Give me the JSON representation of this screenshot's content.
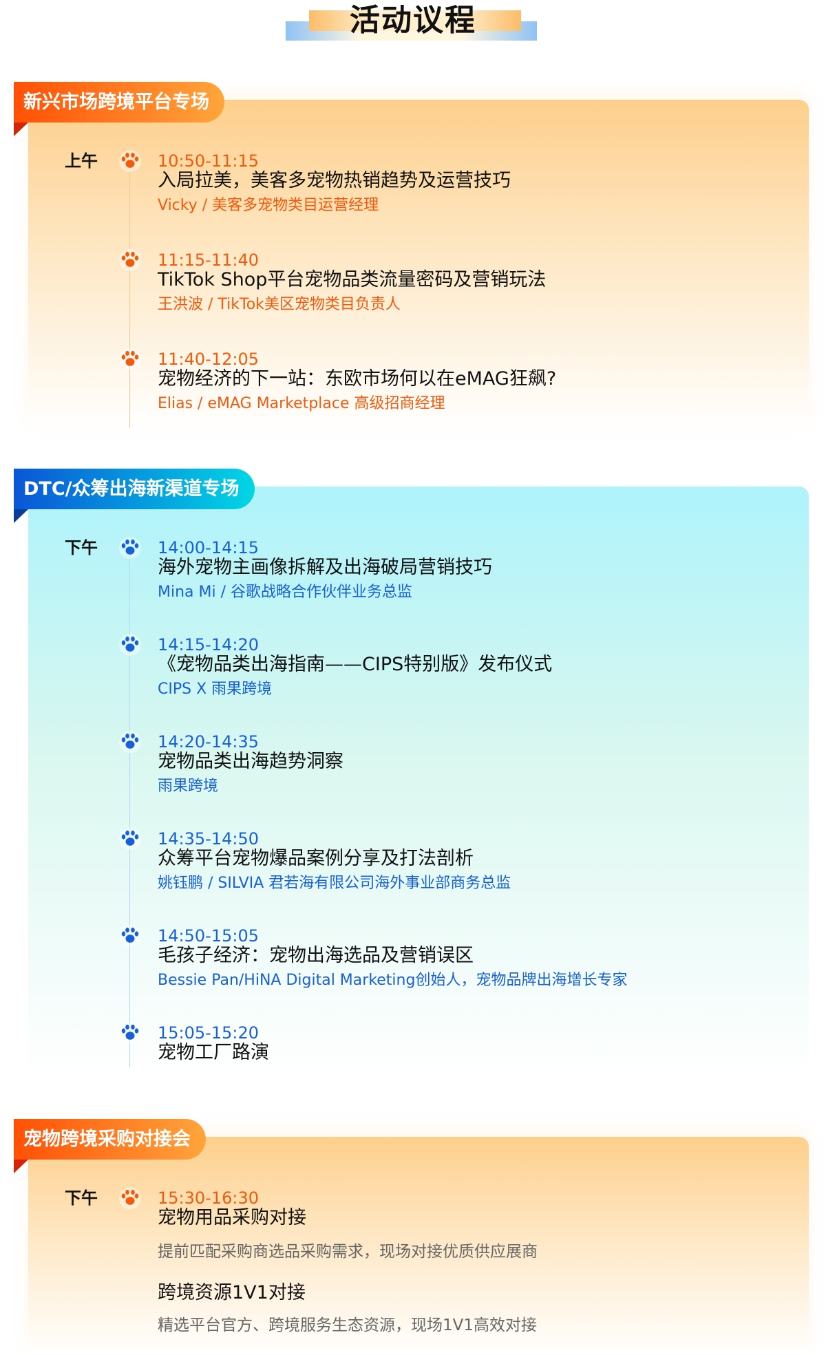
{
  "header": {
    "title": "活动议程"
  },
  "colors": {
    "orange_accent": "#f25a0c",
    "blue_accent": "#1660d8"
  },
  "sections": [
    {
      "title": "新兴市场跨境平台专场",
      "period": "上午",
      "items": [
        {
          "time": "10:50-11:15",
          "title": "入局拉美，美客多宠物热销趋势及运营技巧",
          "speaker": "Vicky  / 美客多宠物类目运营经理"
        },
        {
          "time": "11:15-11:40",
          "title": "TikTok Shop平台宠物品类流量密码及营销玩法",
          "speaker": "王洪波 / TikTok美区宠物类目负责人"
        },
        {
          "time": "11:40-12:05",
          "title": "宠物经济的下一站：东欧市场何以在eMAG狂飙?",
          "speaker": "Elias / eMAG Marketplace 高级招商经理"
        }
      ]
    },
    {
      "title": "DTC/众筹出海新渠道专场",
      "period": "下午",
      "items": [
        {
          "time": "14:00-14:15",
          "title": "海外宠物主画像拆解及出海破局营销技巧",
          "speaker": "Mina Mi / 谷歌战略合作伙伴业务总监"
        },
        {
          "time": "14:15-14:20",
          "title": "《宠物品类出海指南——CIPS特别版》发布仪式",
          "speaker": "CIPS X 雨果跨境"
        },
        {
          "time": "14:20-14:35",
          "title": "宠物品类出海趋势洞察",
          "speaker": "雨果跨境"
        },
        {
          "time": "14:35-14:50",
          "title": "众筹平台宠物爆品案例分享及打法剖析",
          "speaker": "姚钰鹏 / SILVIA  君若海有限公司海外事业部商务总监"
        },
        {
          "time": "14:50-15:05",
          "title": "毛孩子经济：宠物出海选品及营销误区",
          "speaker": "Bessie Pan/HiNA Digital Marketing创始人，宠物品牌出海增长专家"
        },
        {
          "time": "15:05-15:20",
          "title": "宠物工厂路演",
          "speaker": ""
        }
      ]
    },
    {
      "title": "宠物跨境采购对接会",
      "period": "下午",
      "time": "15:30-16:30",
      "blocks": [
        {
          "title": "宠物用品采购对接",
          "desc": "提前匹配采购商选品采购需求，现场对接优质供应展商"
        },
        {
          "title": "跨境资源1V1对接",
          "desc": "精选平台官方、跨境服务生态资源，现场1V1高效对接"
        }
      ]
    }
  ]
}
